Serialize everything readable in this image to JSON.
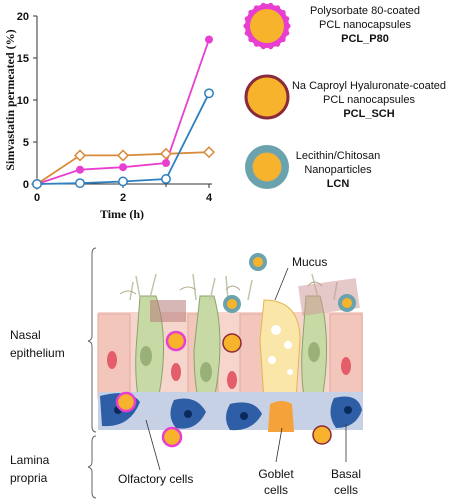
{
  "chart_data": {
    "type": "line",
    "xlabel": "Time (h)",
    "ylabel": "Simvastatin permeated (%)",
    "xlim": [
      0,
      4
    ],
    "ylim": [
      0,
      20
    ],
    "xticks": [
      "0",
      "2",
      "4"
    ],
    "yticks": [
      "0",
      "5",
      "10",
      "15",
      "20"
    ],
    "grid": false,
    "legend_position": "right",
    "series": [
      {
        "name": "PCL_P80",
        "color": "#e83fd0",
        "marker": "filled-circle",
        "x": [
          0,
          1,
          2,
          3,
          4
        ],
        "y": [
          0,
          1.7,
          2.0,
          2.5,
          17.2
        ]
      },
      {
        "name": "PCL_SCH",
        "color": "#d98a3a",
        "marker": "open-diamond",
        "x": [
          0,
          1,
          2,
          3,
          4
        ],
        "y": [
          0,
          3.4,
          3.4,
          3.6,
          3.8
        ]
      },
      {
        "name": "LCN",
        "color": "#2d7fbf",
        "marker": "open-circle",
        "x": [
          0,
          1,
          2,
          3,
          4
        ],
        "y": [
          0,
          0.1,
          0.3,
          0.6,
          10.8
        ]
      }
    ]
  },
  "legend": [
    {
      "line1": "Polysorbate 80-coated",
      "line2": "PCL nanocapsules",
      "code": "PCL_P80",
      "fill": "#f7b32b",
      "ring": "#e83fd0"
    },
    {
      "line1": "Na Caproyl Hyaluronate-coated",
      "line2": "PCL nanocapsules",
      "code": "PCL_SCH",
      "fill": "#f7b32b",
      "ring": "#8a2a3a"
    },
    {
      "line1": "Lecithin/Chitosan",
      "line2": "Nanoparticles",
      "code": "LCN",
      "fill": "#f7b32b",
      "ring": "#5f9ea8"
    }
  ],
  "diagram": {
    "mucus": "Mucus",
    "nasal_epithelium": [
      "Nasal",
      "epithelium"
    ],
    "lamina_propria": [
      "Lamina",
      "propria"
    ],
    "olfactory_cells": "Olfactory cells",
    "goblet_cells": [
      "Goblet",
      "cells"
    ],
    "basal_cells": [
      "Basal",
      "cells"
    ]
  }
}
